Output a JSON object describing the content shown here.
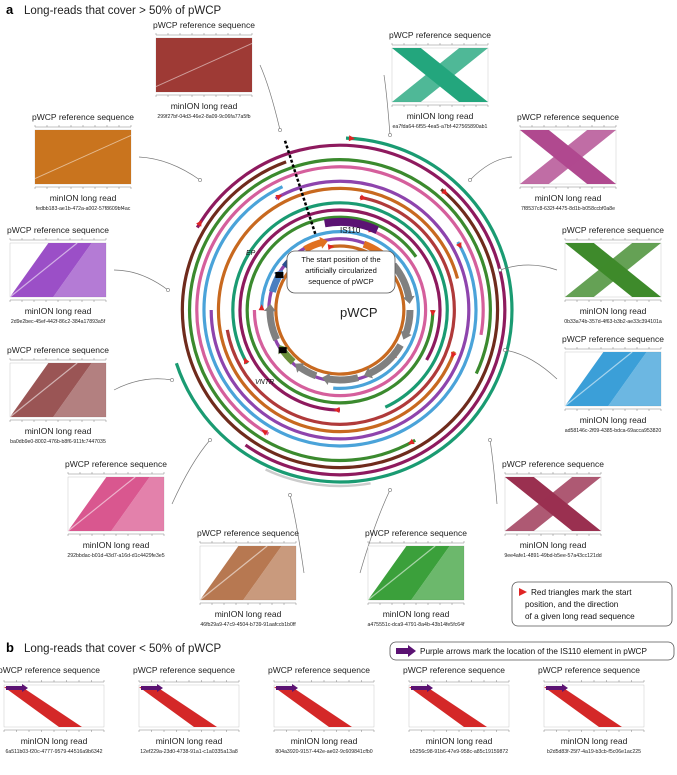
{
  "panel_a": {
    "letter": "a",
    "title": "Long-reads that cover > 50% of pWCP",
    "center_label": "pWCP",
    "is110_label": "IS110",
    "ep_label": "EP",
    "vntr_label": "VNTR",
    "start_callout": [
      "The start position of the",
      "artificially circularized",
      "sequence of pWCP"
    ],
    "red_triangle_note": [
      "Red triangles mark the start",
      "position, and the direction",
      "of a given long read sequence"
    ],
    "ref_label": "pWCP reference sequence",
    "read_label": "minION long read",
    "colors": {
      "ring_colors": [
        "#1a9b72",
        "#8e1a5e",
        "#6f2b1c",
        "#3b8a2e",
        "#d55f9c",
        "#4aa3d9",
        "#8e44ad",
        "#c8691f",
        "#b03a3a",
        "#1a9b72",
        "#8e1a5e",
        "#3b8a2e",
        "#d55f9c",
        "#4aa3d9",
        "#8e44ad",
        "#c8691f"
      ],
      "red": "#e02424",
      "purple_arrow": "#5b1273"
    },
    "dotplots": [
      {
        "id": "299f27bf-04d3-46e2-8a09-9c06fa77a5fb",
        "color": "#9e3a35"
      },
      {
        "id": "ea7fda64-6f55-4ea5-a7bf-427565890ab1",
        "color": "#23a67d"
      },
      {
        "id": "fedbb183-ae1b-472a-a002-57f8609bf4ac",
        "color": "#c9741e"
      },
      {
        "id": "7f8537c8-632f-4475-8d1b-b058ccbf0a8e",
        "color": "#b0498f"
      },
      {
        "id": "2d9e2bec-45ef-442f-86c2-384a17893a5f",
        "color": "#9b4fc7"
      },
      {
        "id": "0b33a74b-357d-4f63-b3b2-ae33c394101a",
        "color": "#3e8a2b"
      },
      {
        "id": "ba0db9e0-8002-476b-b8f6-911fc7447035",
        "color": "#9a5555"
      },
      {
        "id": "ad58146c-2f09-4385-bdca-69acca953820",
        "color": "#3b9fd8"
      },
      {
        "id": "292bbdac-b01d-43d7-a16d-d1c4429fe3e5",
        "color": "#d9578f"
      },
      {
        "id": "9ee4afe1-4891-49bd-b5ee-57a43cc121dd",
        "color": "#9a3050"
      },
      {
        "id": "46fb29a9-47c9-4504-b739-91aafccb1b0ff",
        "color": "#b77851"
      },
      {
        "id": "a475551c-dca9-4791-8a4b-43b14fe5fc64f",
        "color": "#3ba03b"
      }
    ]
  },
  "panel_b": {
    "letter": "b",
    "title": "Long-reads that cover < 50% of pWCP",
    "purple_note": "Purple arrows mark the location of the IS110 element in pWCP",
    "ref_label": "pWCP reference sequence",
    "read_label": "minION long read",
    "dotplots": [
      {
        "id": "6a511b03-f20c-4777-9579-44516a9b6342"
      },
      {
        "id": "12ef229a-23d0-4738-91a1-c1a0335a13a8"
      },
      {
        "id": "804a3920-9157-442e-ae02-9c609841cfb0"
      },
      {
        "id": "b5256c98-91b6-47e9-958c-a85c19159872"
      },
      {
        "id": "b2d5d83f-25f7-4a19-b3cb-f5c06e1ac225"
      }
    ]
  }
}
